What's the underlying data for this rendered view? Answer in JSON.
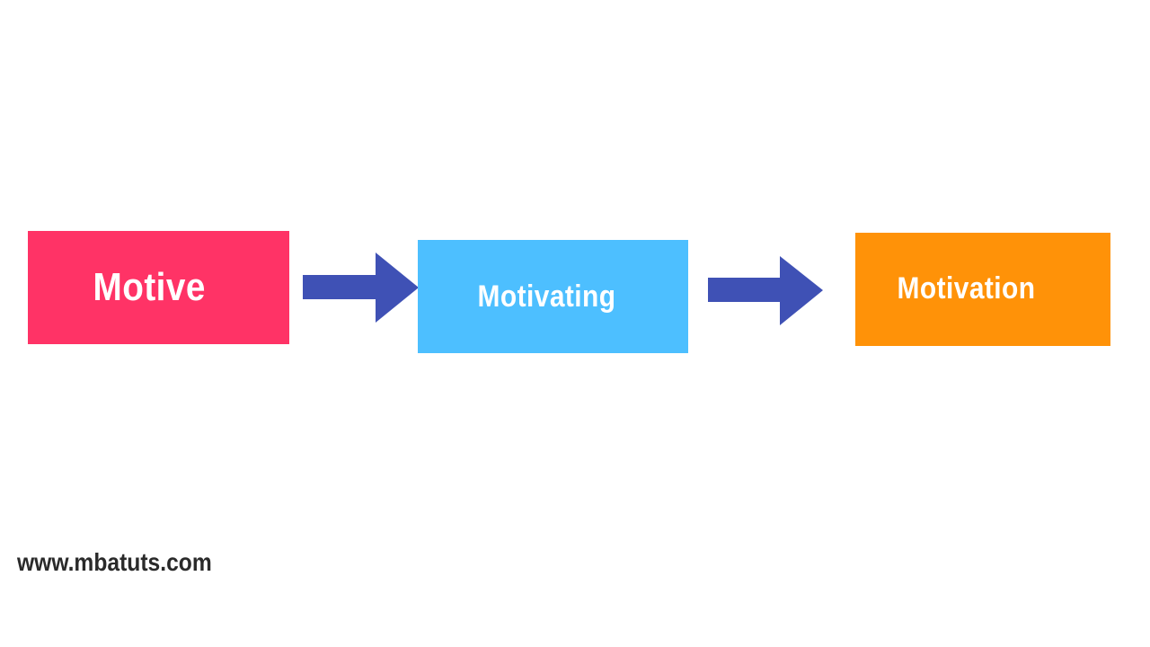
{
  "diagram": {
    "nodes": [
      {
        "label": "Motive",
        "color": "#ff3366"
      },
      {
        "label": "Motivating",
        "color": "#4dbfff"
      },
      {
        "label": "Motivation",
        "color": "#ff9208"
      }
    ],
    "arrow_color": "#3f51b5"
  },
  "footer": {
    "website": "www.mbatuts.com"
  }
}
